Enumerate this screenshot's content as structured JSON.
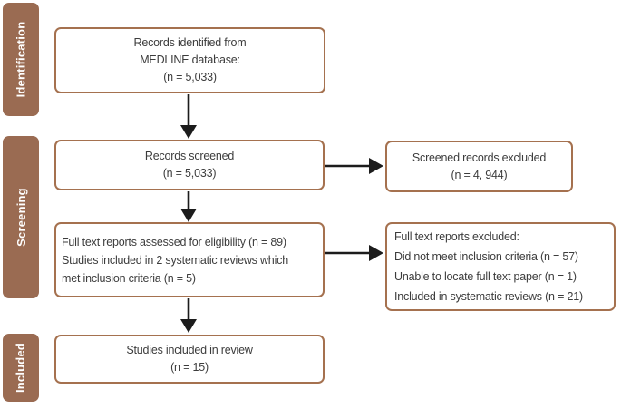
{
  "figure": {
    "type": "prisma-flow-diagram",
    "stages": [
      {
        "id": "identification",
        "label": "Identification"
      },
      {
        "id": "screening",
        "label": "Screening"
      },
      {
        "id": "included",
        "label": "Included"
      }
    ],
    "boxes": {
      "records_identified": {
        "lines": [
          "Records identified from",
          "MEDLINE database:",
          "(n = 5,033)"
        ]
      },
      "records_screened": {
        "lines": [
          "Records screened",
          "(n = 5,033)"
        ]
      },
      "screened_excluded": {
        "lines": [
          "Screened records excluded",
          "(n = 4, 944)"
        ]
      },
      "fulltext_assessed": {
        "lines": [
          "Full text reports assessed for eligibility (n = 89)",
          "Studies included in 2 systematic reviews which",
          "met inclusion criteria (n = 5)"
        ]
      },
      "fulltext_excluded": {
        "lines": [
          "Full text reports excluded:",
          "Did not meet inclusion criteria (n = 57)",
          "Unable to locate full text paper (n = 1)",
          "Included in systematic reviews (n = 21)"
        ]
      },
      "studies_included": {
        "lines": [
          "Studies included in review",
          "(n = 15)"
        ]
      }
    },
    "colors": {
      "stage_fill": "#9a6b52",
      "box_border": "#a5714f",
      "arrow": "#1c1c1c",
      "text": "#3c3c3c"
    }
  }
}
